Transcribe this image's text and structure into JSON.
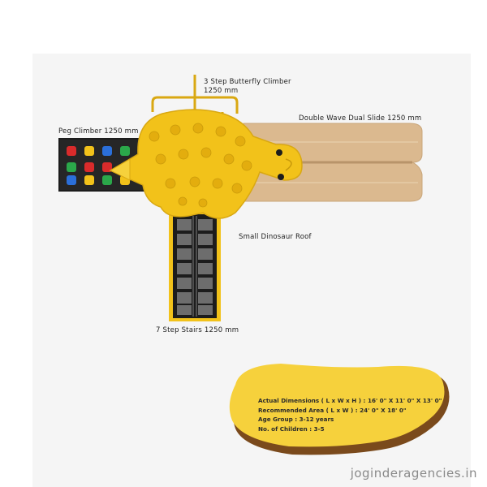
{
  "labels": {
    "butterfly_climber": "3 Step Butterfly Climber",
    "butterfly_climber_size": "1250 mm",
    "dual_slide": "Double Wave Dual Slide 1250 mm",
    "peg_climber": "Peg Climber 1250 mm",
    "dinosaur_roof": "Small Dinosaur Roof",
    "stairs": "7 Step Stairs 1250 mm"
  },
  "specs": {
    "dimensions": "Actual Dimensions ( L x W x H ) : 16' 0\" X 11' 0\" X 13' 0\"",
    "area": "Recommended Area ( L x W ) : 24' 0\" X 18' 0\"",
    "age_group": "Age Group : 3-12 years",
    "children": "No. of Children : 3-5"
  },
  "watermark": "joginderagencies.in",
  "colors": {
    "dinosaur_yellow": "#f2c21a",
    "slide_tan": "#dbb98f",
    "climber_black": "#1c1c1c",
    "blob_yellow": "#f6d13c",
    "blob_brown": "#7a4a1c"
  }
}
